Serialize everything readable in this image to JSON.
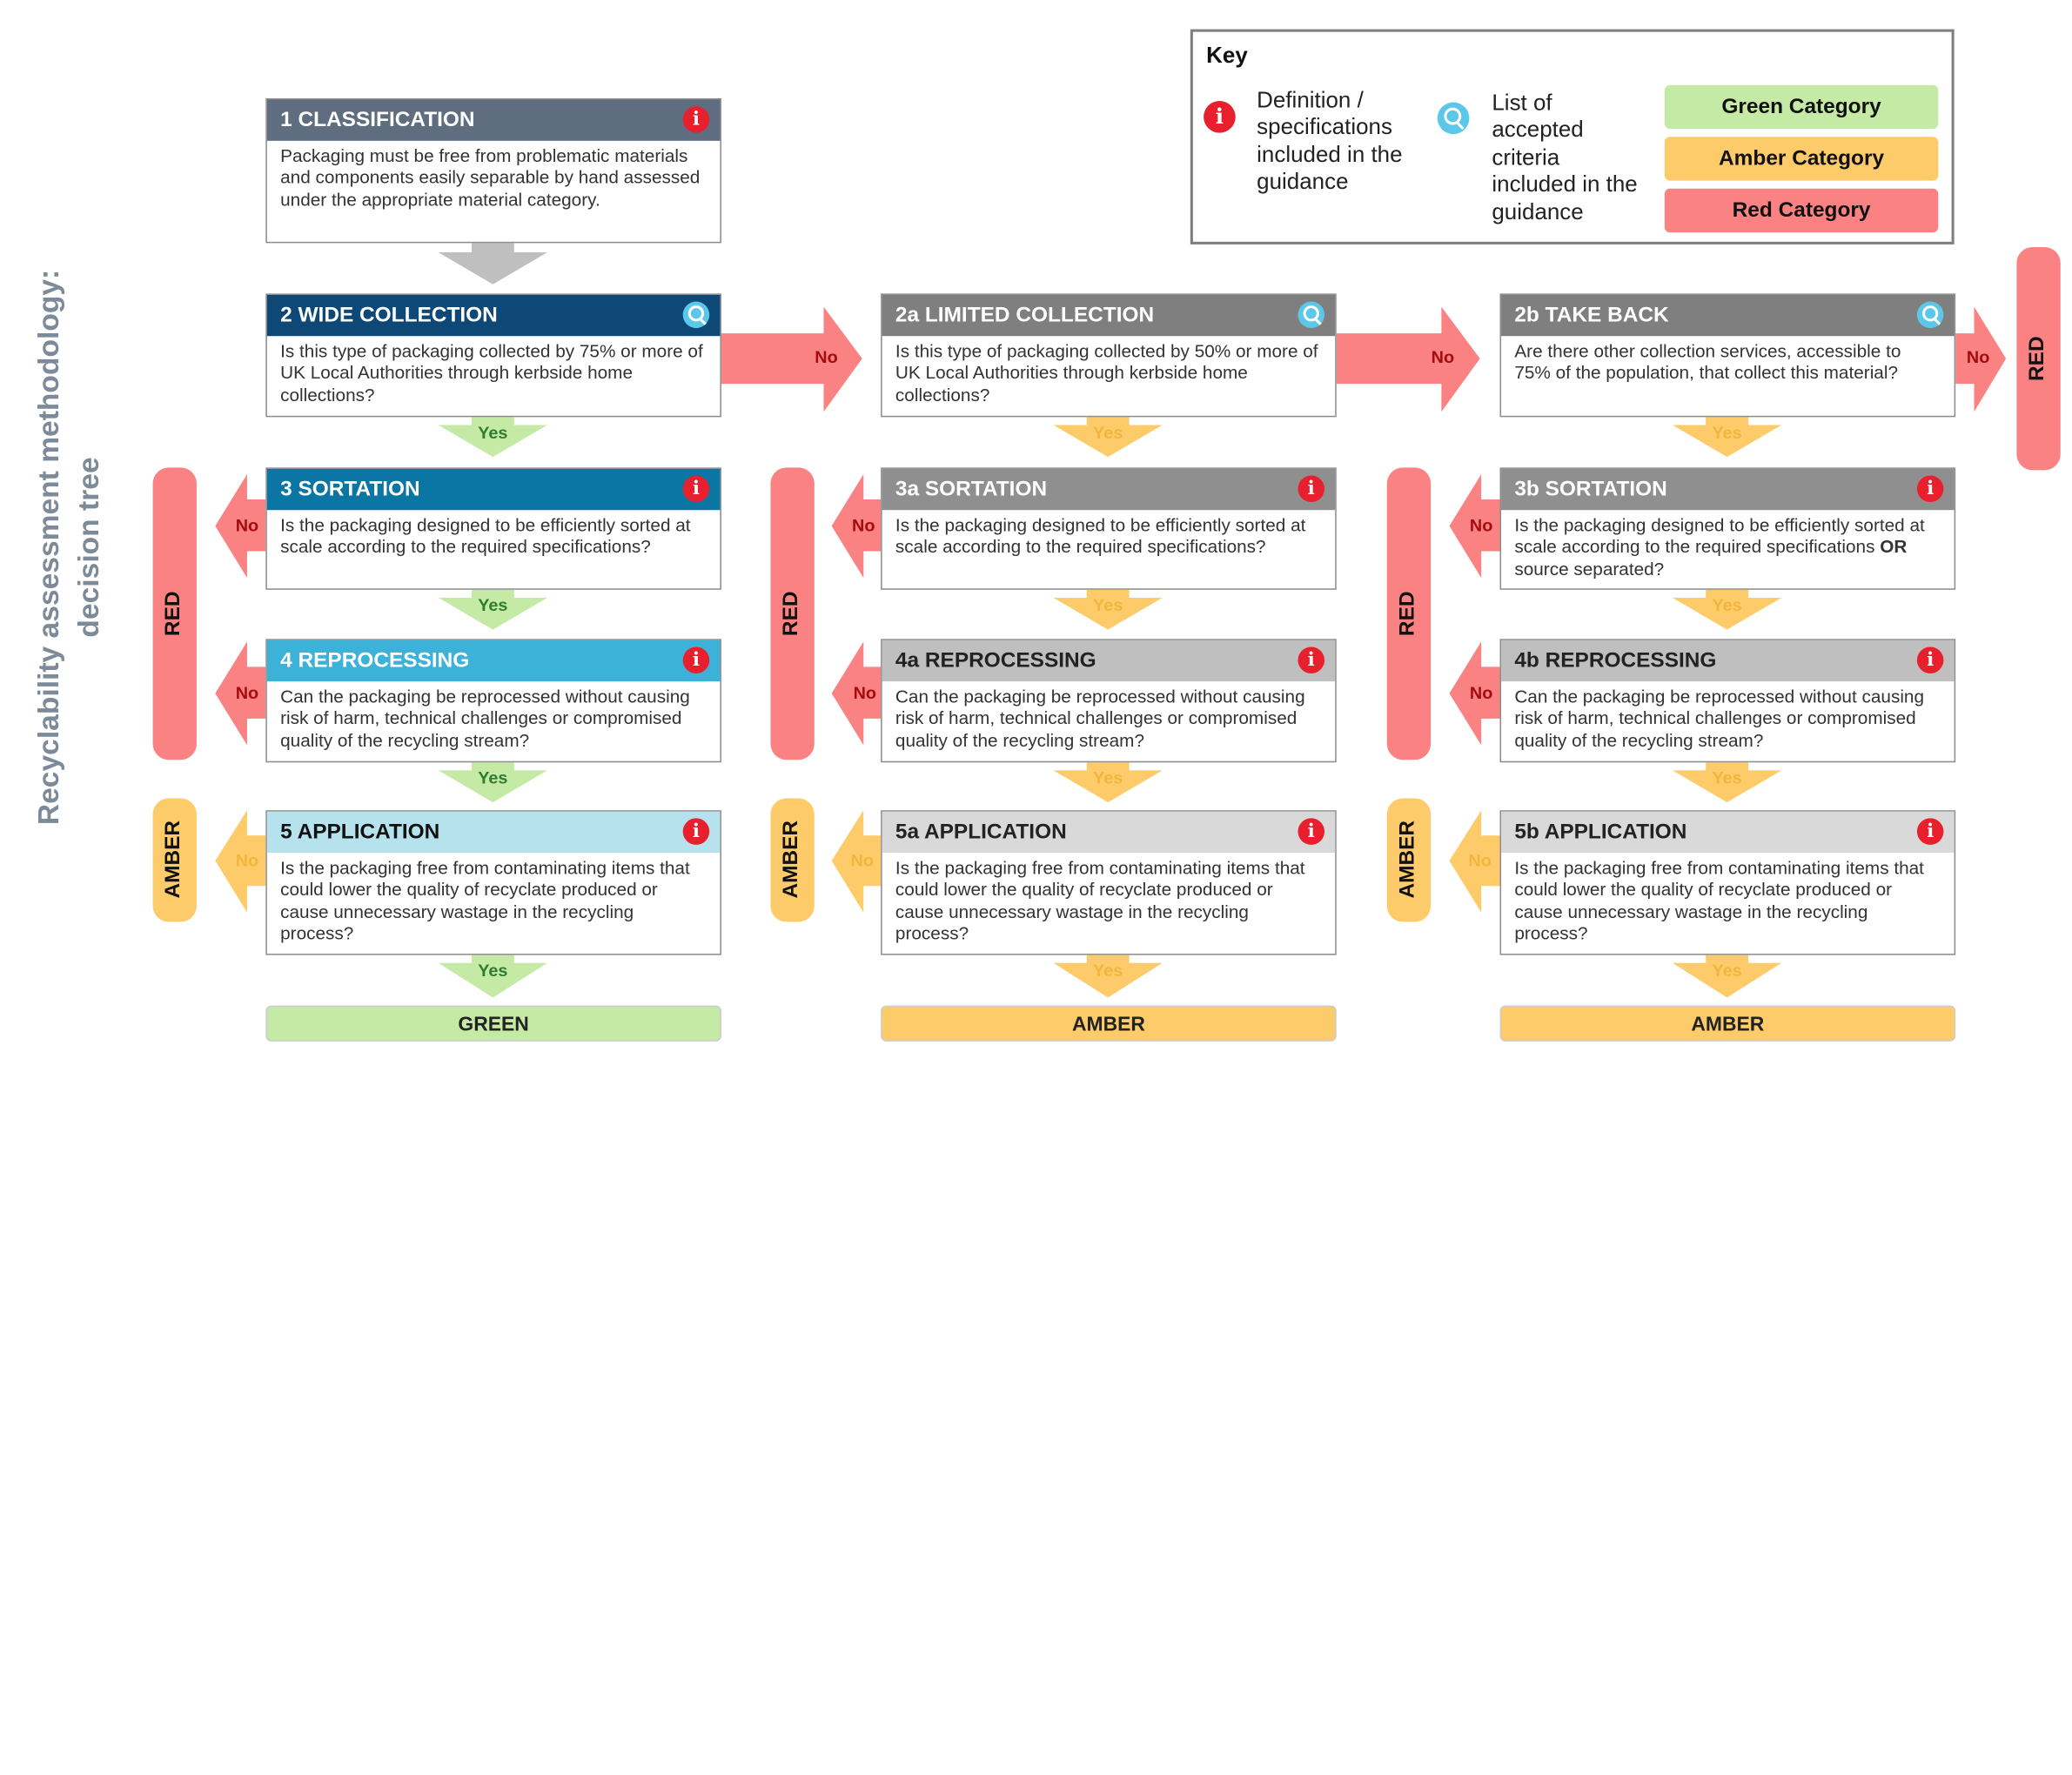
{
  "side_title": {
    "line1": "Recyclability assessment methodology:",
    "line2": "decision tree"
  },
  "key": {
    "title": "Key",
    "info_desc": "Definition / specifications included in the guidance",
    "search_desc": "List of accepted criteria included in the guidance",
    "info_icon_glyph": "i",
    "categories": [
      {
        "label": "Green Category",
        "color": "#c5eaa6"
      },
      {
        "label": "Amber Category",
        "color": "#fecb6b"
      },
      {
        "label": "Red Category",
        "color": "#fb8283"
      }
    ]
  },
  "colors": {
    "red": "#fb8283",
    "amber": "#fecb6b",
    "green": "#c5eaa6",
    "yes_green_text": "#2e7d32",
    "yes_amber_text": "#f2b63d",
    "info_icon": "#e8202e",
    "search_icon": "#5bc8ea"
  },
  "classification": {
    "title": "1 CLASSIFICATION",
    "text": "Packaging must be free from problematic materials and components easily separable by hand assessed under the appropriate material category."
  },
  "columns": [
    {
      "collection": {
        "title": "2 WIDE COLLECTION",
        "text": "Is this type of packaging collected by 75% or more of UK Local Authorities through kerbside home collections?"
      },
      "sortation": {
        "title": "3 SORTATION",
        "text": "Is the packaging designed to be efficiently sorted at scale according to the required specifications?"
      },
      "reprocessing": {
        "title": "4 REPROCESSING",
        "text": "Can the packaging be reprocessed without causing risk of harm, technical challenges or compromised  quality of the recycling stream?"
      },
      "application": {
        "title": "5 APPLICATION",
        "text": "Is the packaging free from contaminating items that could lower the quality of recyclate produced or cause unnecessary wastage in the recycling process?"
      },
      "outcome": "GREEN",
      "red_pill": "RED",
      "amber_pill": "AMBER"
    },
    {
      "collection": {
        "title": "2a LIMITED COLLECTION",
        "text": "Is this type of packaging collected by 50% or more of UK Local Authorities through kerbside home collections?"
      },
      "sortation": {
        "title": "3a SORTATION",
        "text": "Is the packaging designed to be efficiently sorted at scale according to the required specifications?"
      },
      "reprocessing": {
        "title": "4a REPROCESSING",
        "text": "Can the packaging be reprocessed without causing risk of harm, technical challenges or compromised  quality of the recycling stream?"
      },
      "application": {
        "title": "5a APPLICATION",
        "text": "Is the packaging free from contaminating items that could lower the quality of recyclate produced or cause unnecessary wastage in the recycling process?"
      },
      "outcome": "AMBER",
      "red_pill": "RED",
      "amber_pill": "AMBER"
    },
    {
      "collection": {
        "title": "2b TAKE BACK",
        "text": "Are there other collection services, accessible to 75% of the population, that collect this material?"
      },
      "sortation": {
        "title": "3b SORTATION",
        "text_before": "Is the packaging designed to be efficiently sorted at scale according to the required specifications ",
        "text_bold": "OR",
        "text_after": " source separated?"
      },
      "reprocessing": {
        "title": "4b REPROCESSING",
        "text": "Can the packaging be reprocessed without causing risk of harm, technical challenges or compromised  quality of the recycling stream?"
      },
      "application": {
        "title": "5b APPLICATION",
        "text": "Is the packaging free from contaminating items that could lower the quality of recyclate produced or cause unnecessary wastage in the recycling process?"
      },
      "outcome": "AMBER",
      "red_pill": "RED",
      "amber_pill": "AMBER"
    }
  ],
  "far_right_pill": "RED",
  "labels": {
    "yes": "Yes",
    "no": "No"
  }
}
